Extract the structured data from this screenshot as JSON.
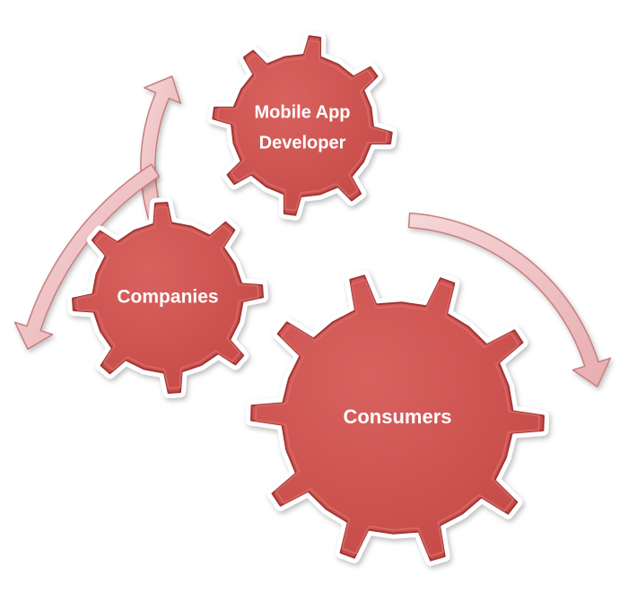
{
  "diagram": {
    "gears": [
      {
        "id": "mobile-app-developer",
        "lines": [
          "Mobile App",
          "Developer"
        ]
      },
      {
        "id": "companies",
        "lines": [
          "Companies"
        ]
      },
      {
        "id": "consumers",
        "lines": [
          "Consumers"
        ]
      }
    ],
    "colors": {
      "gear_fill": "#c9504e",
      "gear_fill_light": "#da6b68",
      "gear_outline": "#9e3634",
      "gear_halo": "#ffffff",
      "arrow_fill": "#f0c3c4",
      "arrow_outline": "#c77e80",
      "text": "#ffffff"
    }
  }
}
